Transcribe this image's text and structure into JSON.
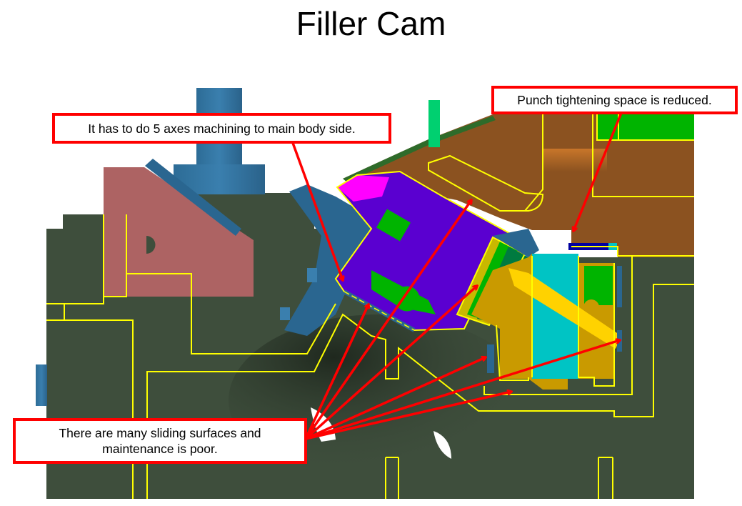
{
  "slide": {
    "title": "Filler Cam"
  },
  "callouts": [
    {
      "id": "machining",
      "text": "It has to do 5 axes machining to main body side."
    },
    {
      "id": "punch",
      "text": "Punch tightening space is reduced."
    },
    {
      "id": "sliding",
      "text": "There are many sliding surfaces and maintenance is poor."
    }
  ],
  "colors": {
    "background": "#ffffff",
    "base_body": "#3e4e3c",
    "outline": "#ffff00",
    "callout_border": "#ff0000",
    "arrow": "#ff0000",
    "pink_block": "#ad6363",
    "steel_blue": "#2a6690",
    "brown_upper": "#8b5220",
    "violet_cam": "#5a00d0",
    "magenta": "#ff00ff",
    "green": "#00b400",
    "gold": "#c99a00",
    "yellow_bar": "#ffd200",
    "cyan": "#00c4c4",
    "navy": "#0000a0"
  }
}
